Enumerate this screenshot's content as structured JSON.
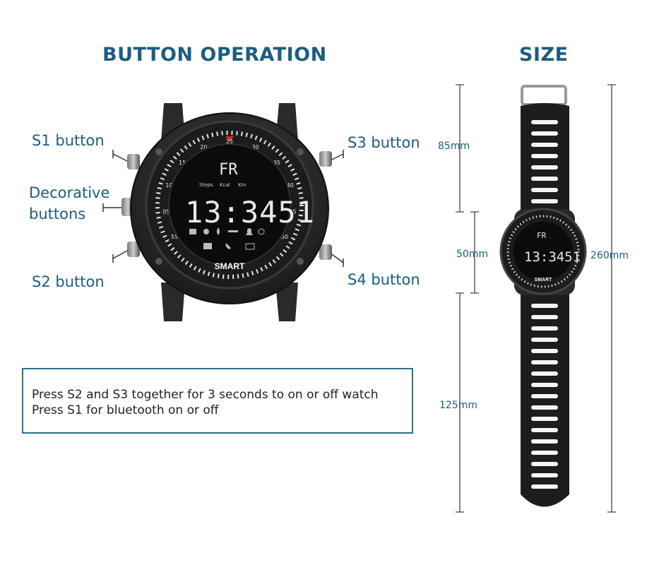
{
  "headings": {
    "button_operation": "BUTTON OPERATION",
    "size": "SIZE"
  },
  "labels": {
    "s1": "S1 button",
    "decorative_line1": "Decorative",
    "decorative_line2": "buttons",
    "s2": "S2 button",
    "s3": "S3 button",
    "s4": "S4 button"
  },
  "instructions": [
    "Press S2 and S3 together for 3 seconds to on or off watch",
    "Press S1 for bluetooth on or off"
  ],
  "dimensions": {
    "upper_strap": "85mm",
    "case": "50mm",
    "lower_strap": "125mm",
    "total": "260mm"
  },
  "watch_face": {
    "day": "FR",
    "time": "13:3451",
    "brand": "SMART",
    "sub_labels": [
      "Steps",
      "Kcal",
      "Km"
    ],
    "bezel_numbers": [
      "55",
      "05",
      "10",
      "15",
      "20",
      "25",
      "30",
      "35",
      "40",
      "45",
      "50"
    ]
  },
  "colors": {
    "accent": "#1c5d80",
    "watch_body": "#1a1a1a",
    "bezel_marker": "#d42a2a"
  }
}
